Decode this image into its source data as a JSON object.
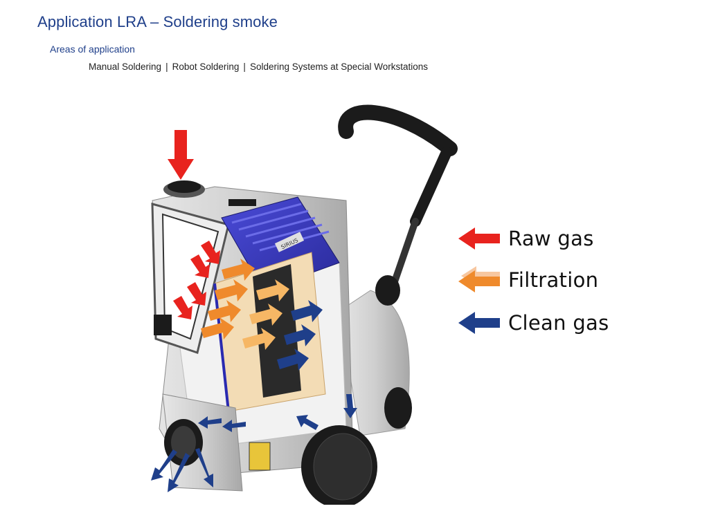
{
  "header": {
    "title": "Application LRA – Soldering smoke",
    "subtitle": "Areas of application",
    "areas": [
      "Manual Soldering",
      "Robot Soldering",
      "Soldering Systems at Special Workstations"
    ],
    "separator": "|"
  },
  "legend": {
    "items": [
      {
        "label": "Raw gas",
        "color": "#e8231e"
      },
      {
        "label": "Filtration",
        "color": "#ef8a2c",
        "color_light": "#f7c7a0"
      },
      {
        "label": "Clean gas",
        "color": "#1f3f8a"
      }
    ]
  },
  "illustration": {
    "label": "SIRIUS"
  }
}
